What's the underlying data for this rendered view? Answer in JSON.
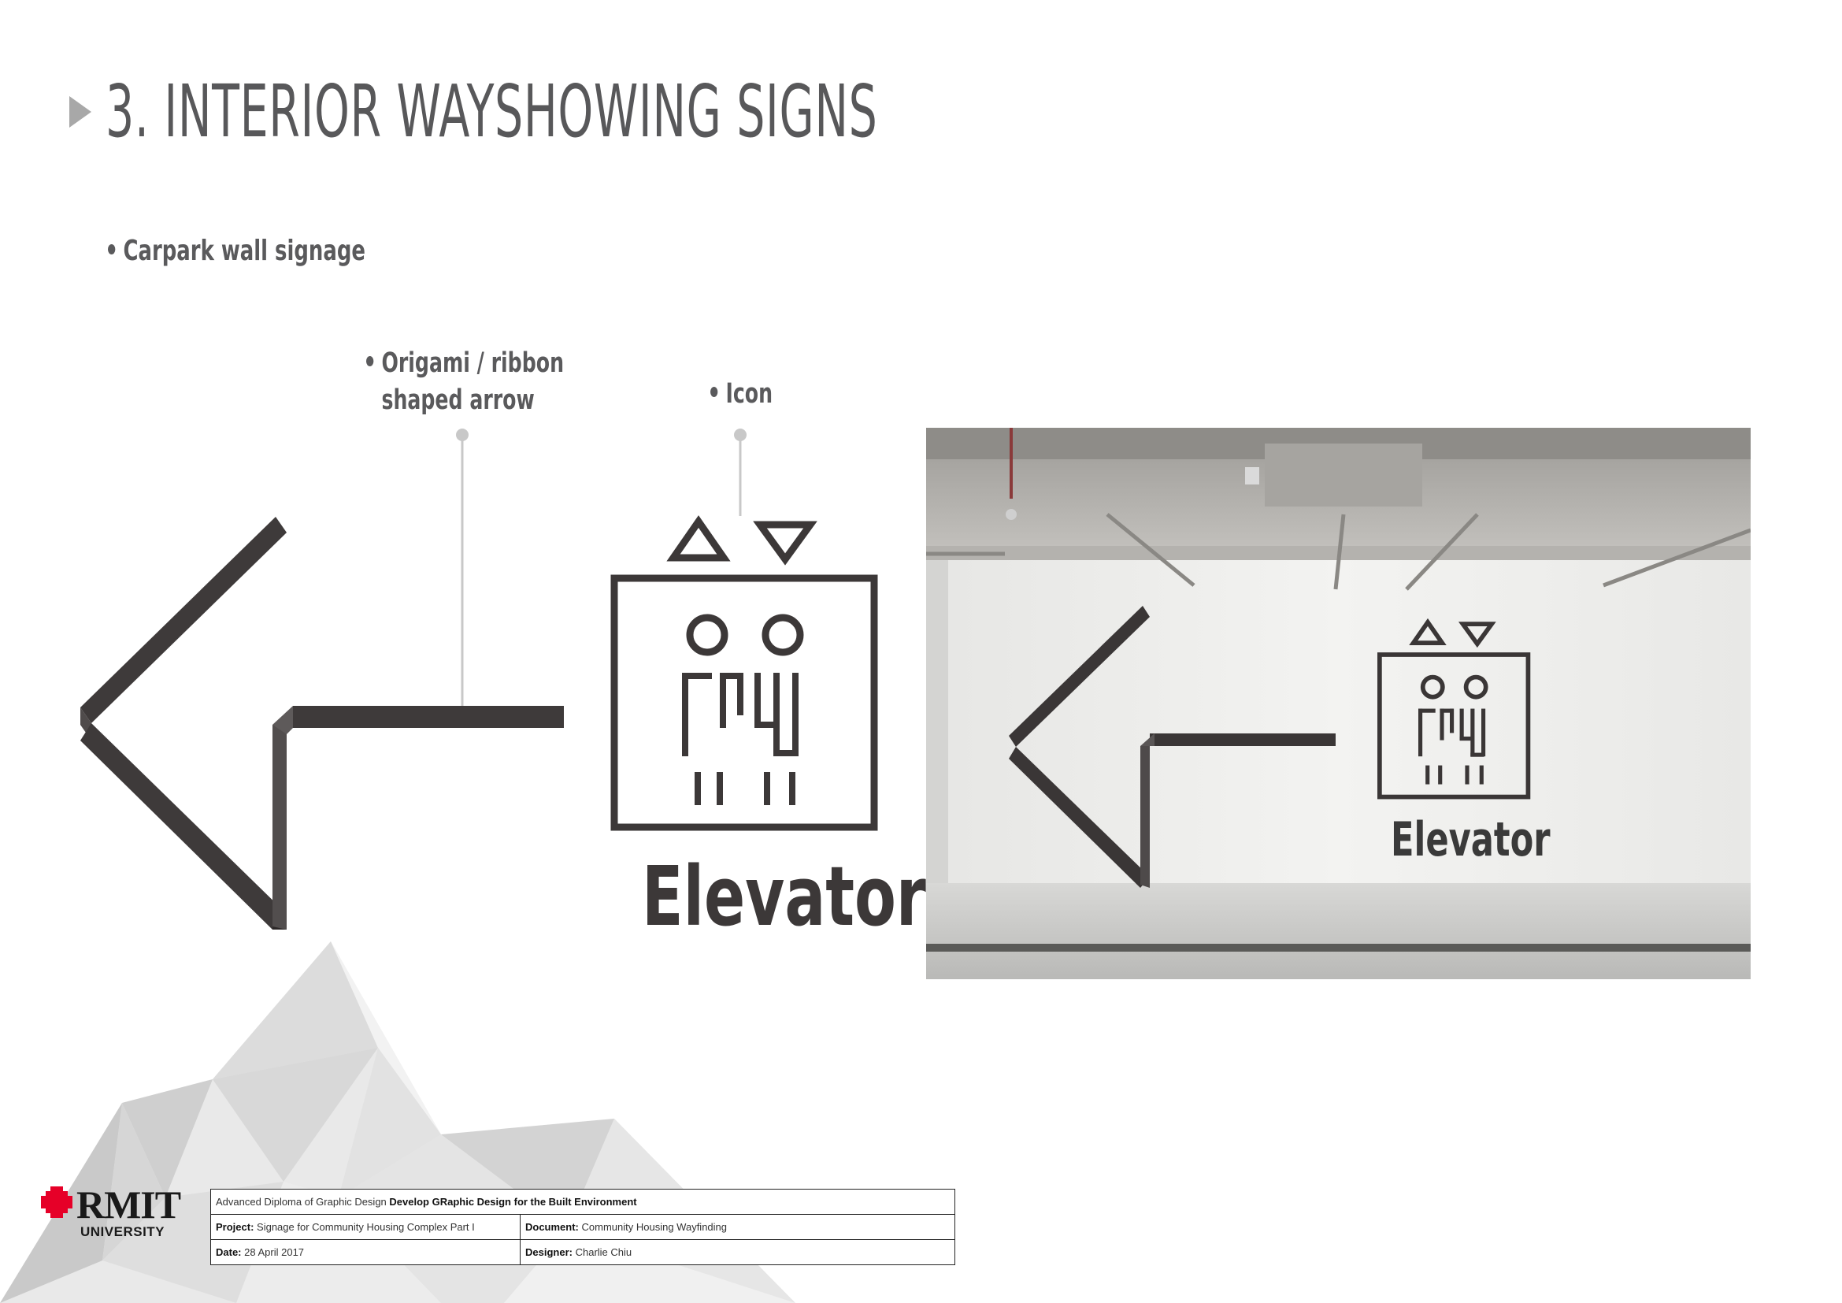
{
  "page": {
    "title": "3. INTERIOR WAYSHOWING SIGNS",
    "subtitle": "Carpark wall signage"
  },
  "callouts": {
    "ribbon_line1": "Origami / ribbon",
    "ribbon_line2": "shaped arrow",
    "icon": "Icon"
  },
  "sign": {
    "label": "Elevator",
    "icon_name": "elevator-icon",
    "arrow_icon": "ribbon-arrow-left-icon",
    "color": "#3c3838"
  },
  "photo": {
    "label": "Elevator"
  },
  "footer": {
    "logo_word": "RMIT",
    "logo_sub": "UNIVERSITY",
    "logo_color": "#e60028",
    "course_prefix": "Advanced Diploma of Graphic Design",
    "course_title": "Develop GRaphic Design for the Built Environment",
    "project_label": "Project:",
    "project_value": "Signage for Community Housing Complex Part I",
    "document_label": "Document:",
    "document_value": "Community Housing Wayfinding",
    "date_label": "Date:",
    "date_value": "28 April 2017",
    "designer_label": "Designer:",
    "designer_value": "Charlie Chiu"
  }
}
